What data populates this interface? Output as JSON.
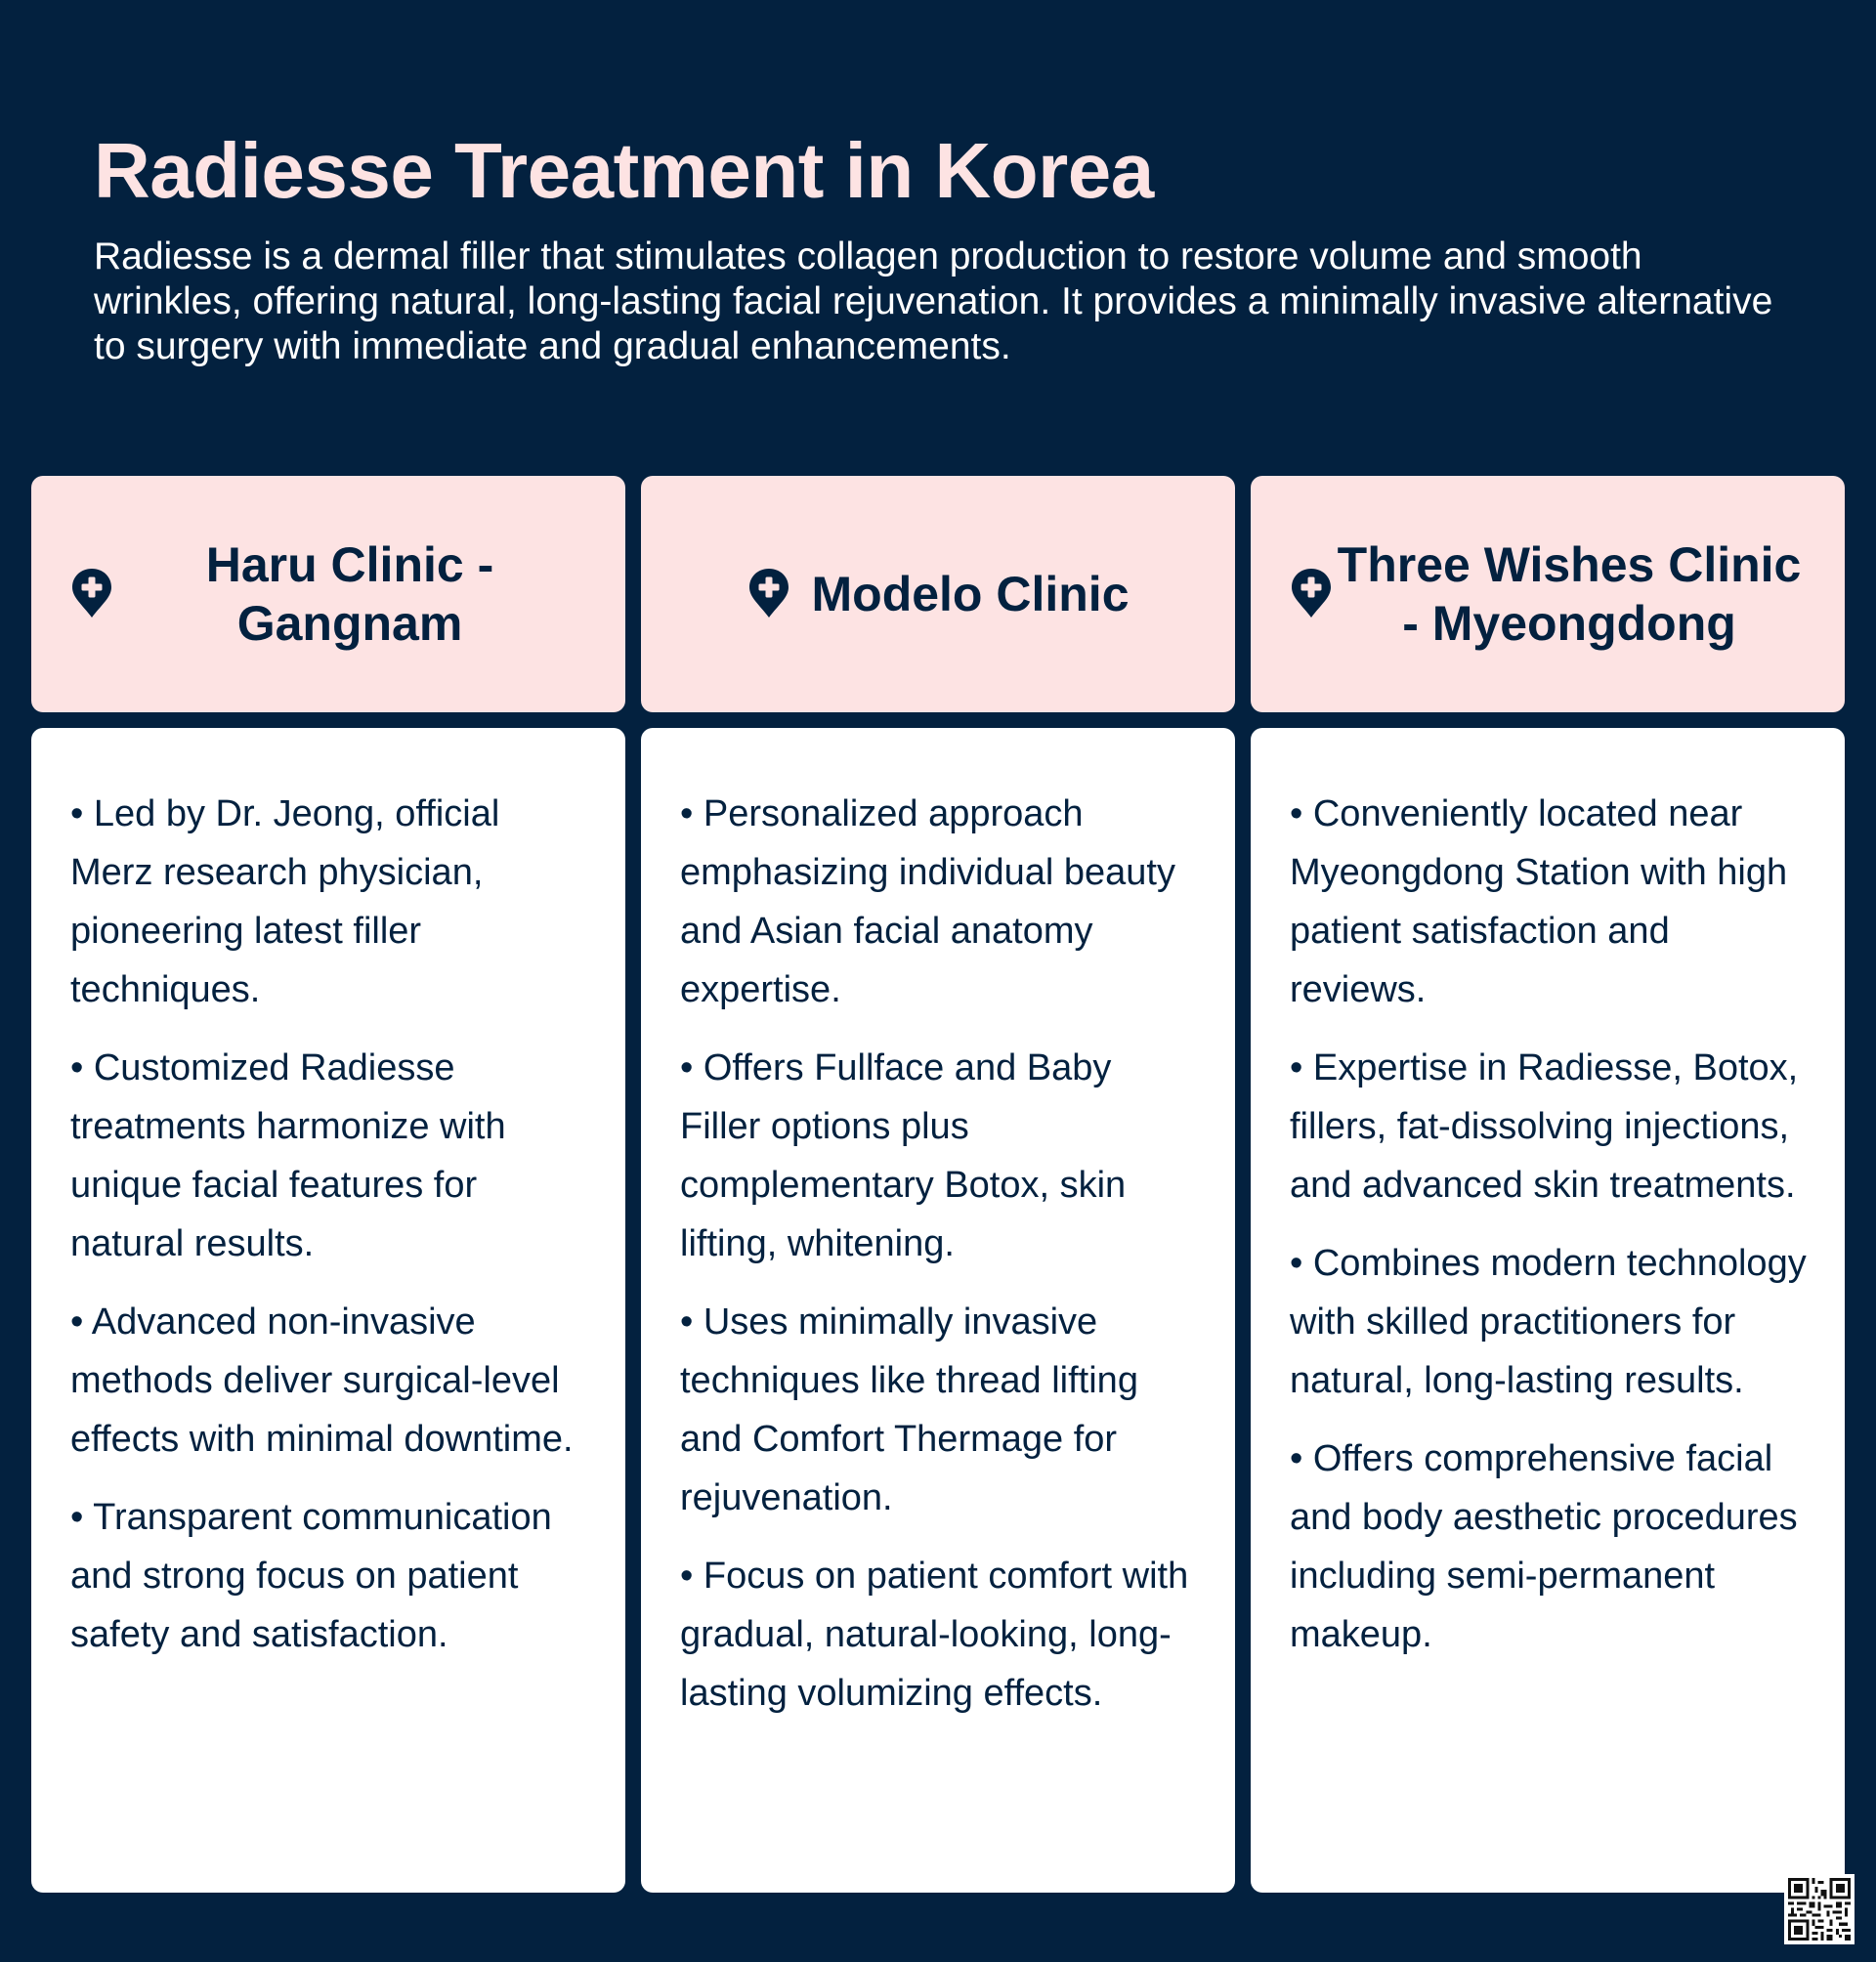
{
  "page": {
    "title": "Radiesse Treatment in Korea",
    "intro": "Radiesse is a dermal filler that stimulates collagen production to restore volume and smooth wrinkles, offering natural, long-lasting facial rejuvenation. It provides a minimally invasive alternative to surgery with immediate and gradual enhancements."
  },
  "colors": {
    "background": "#03213f",
    "accent": "#fde3e3",
    "card": "#ffffff"
  },
  "icons": {
    "clinic_marker": "location-pin-plus-icon",
    "qr": "qr-code-icon"
  },
  "clinics": [
    {
      "name": "Haru Clinic - Gangnam",
      "bullets": [
        "• Led by Dr. Jeong, official Merz research physician, pioneering latest filler techniques.",
        "• Customized Radiesse treatments harmonize with unique facial features for natural results.",
        "• Advanced non-invasive methods deliver surgical-level effects with minimal downtime.",
        "• Transparent communication and strong focus on patient safety and satisfaction."
      ]
    },
    {
      "name": "Modelo Clinic",
      "bullets": [
        "• Personalized approach emphasizing individual beauty and Asian facial anatomy expertise.",
        "• Offers Fullface and Baby Filler options plus complementary Botox, skin lifting, whitening.",
        "• Uses minimally invasive techniques like thread lifting and Comfort Thermage for rejuvenation.",
        "• Focus on patient comfort with gradual, natural-looking, long-lasting volumizing effects."
      ]
    },
    {
      "name": "Three Wishes Clinic - Myeongdong",
      "bullets": [
        "• Conveniently located near Myeongdong Station with high patient satisfaction and reviews.",
        "• Expertise in Radiesse, Botox, fillers, fat-dissolving injections, and advanced skin treatments.",
        "• Combines modern technology with skilled practitioners for natural, long-lasting results.",
        "• Offers comprehensive facial and body aesthetic procedures including semi-permanent makeup."
      ]
    }
  ]
}
